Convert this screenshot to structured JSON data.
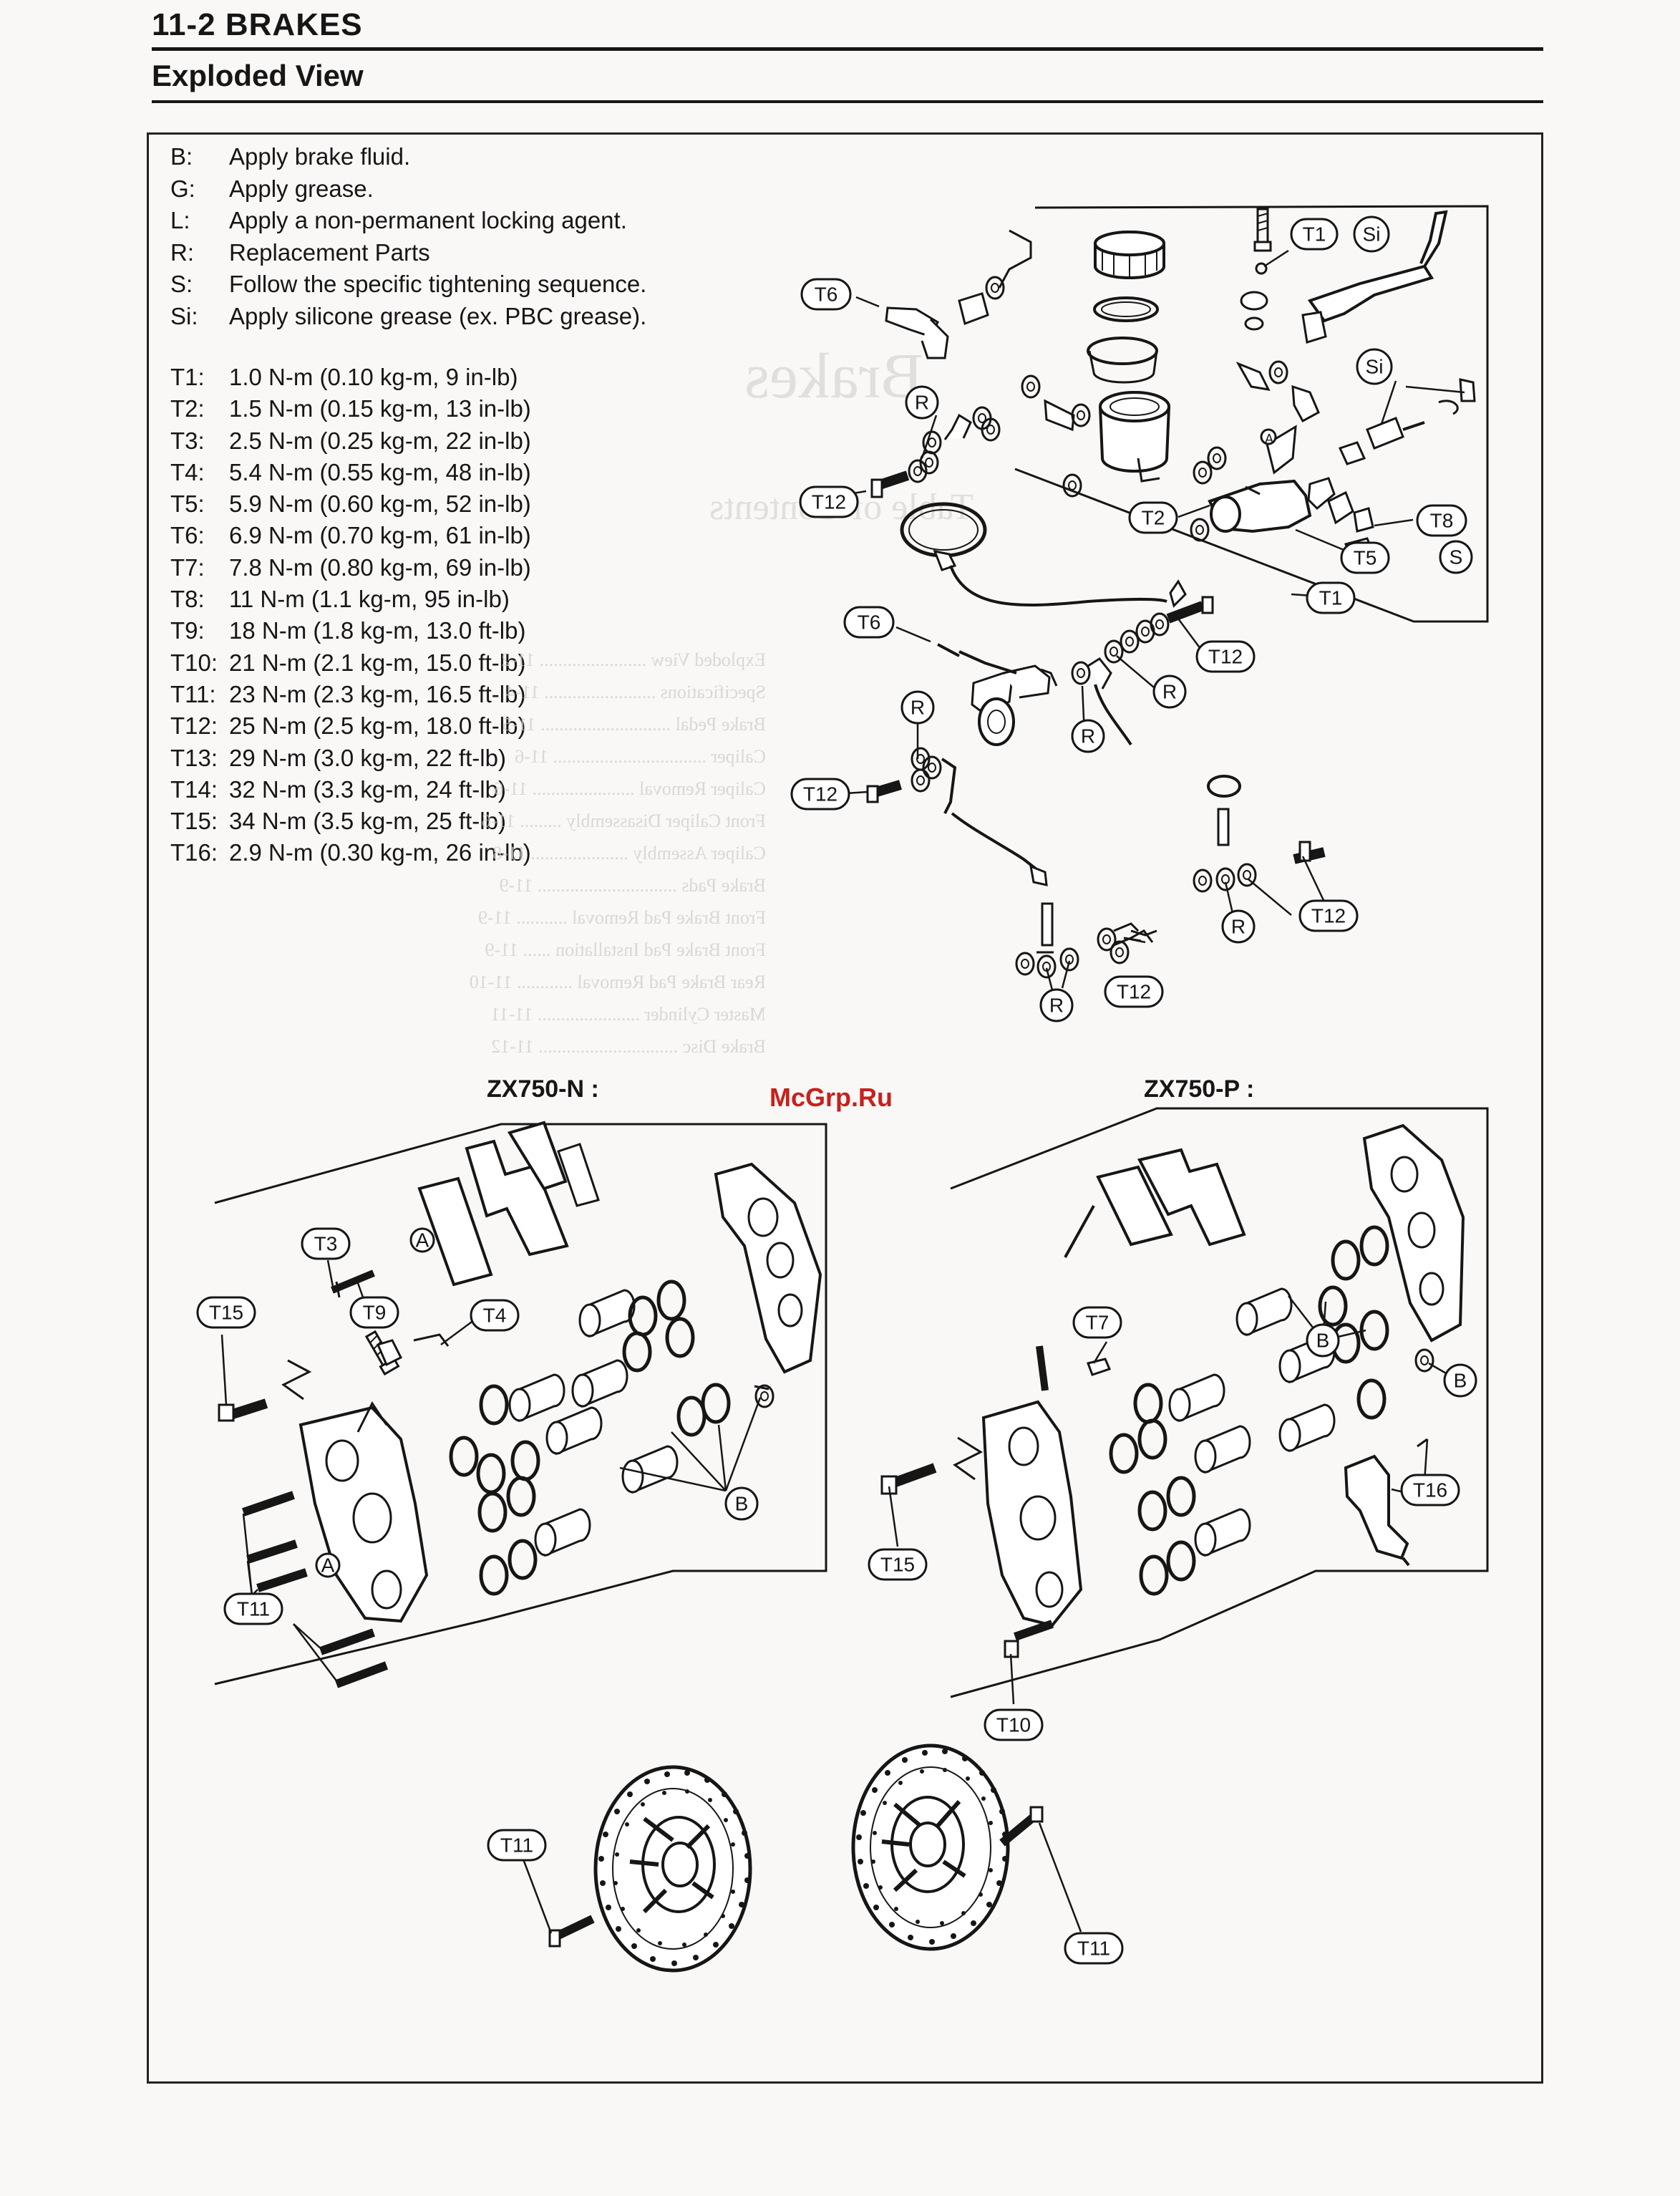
{
  "header": {
    "section_title": "11-2 BRAKES",
    "page_subtitle": "Exploded View"
  },
  "legend": [
    {
      "key": "B:",
      "text": "Apply brake fluid."
    },
    {
      "key": "G:",
      "text": "Apply grease."
    },
    {
      "key": "L:",
      "text": "Apply a non-permanent locking agent."
    },
    {
      "key": "R:",
      "text": "Replacement Parts"
    },
    {
      "key": "S:",
      "text": "Follow the specific tightening sequence."
    },
    {
      "key": "Si:",
      "text": "Apply silicone grease (ex. PBC grease)."
    }
  ],
  "torque_specs": [
    {
      "key": "T1:",
      "text": "1.0 N-m (0.10 kg-m, 9 in-lb)"
    },
    {
      "key": "T2:",
      "text": "1.5 N-m (0.15 kg-m, 13 in-lb)"
    },
    {
      "key": "T3:",
      "text": "2.5 N-m (0.25 kg-m, 22 in-lb)"
    },
    {
      "key": "T4:",
      "text": "5.4 N-m (0.55 kg-m, 48 in-lb)"
    },
    {
      "key": "T5:",
      "text": "5.9 N-m (0.60 kg-m, 52 in-lb)"
    },
    {
      "key": "T6:",
      "text": "6.9 N-m (0.70 kg-m, 61 in-lb)"
    },
    {
      "key": "T7:",
      "text": "7.8 N-m (0.80 kg-m, 69 in-lb)"
    },
    {
      "key": "T8:",
      "text": "11 N-m (1.1 kg-m, 95 in-lb)"
    },
    {
      "key": "T9:",
      "text": "18 N-m (1.8 kg-m, 13.0 ft-lb)"
    },
    {
      "key": "T10:",
      "text": "21 N-m (2.1 kg-m, 15.0 ft-lb)"
    },
    {
      "key": "T11:",
      "text": "23 N-m (2.3 kg-m, 16.5 ft-lb)"
    },
    {
      "key": "T12:",
      "text": "25 N-m (2.5 kg-m, 18.0 ft-lb)"
    },
    {
      "key": "T13:",
      "text": "29 N-m (3.0 kg-m, 22 ft-lb)"
    },
    {
      "key": "T14:",
      "text": "32 N-m (3.3 kg-m, 24 ft-lb)"
    },
    {
      "key": "T15:",
      "text": "34 N-m (3.5 kg-m, 25 ft-lb)"
    },
    {
      "key": "T16:",
      "text": "2.9 N-m (0.30 kg-m, 26 in-lb)"
    }
  ],
  "models": {
    "left": "ZX750-N :",
    "right": "ZX750-P :"
  },
  "watermark": "McGrp.Ru",
  "callouts": {
    "t1": "T1",
    "t2": "T2",
    "t3": "T3",
    "t4": "T4",
    "t5": "T5",
    "t6": "T6",
    "t7": "T7",
    "t8": "T8",
    "t9": "T9",
    "t10": "T10",
    "t11": "T11",
    "t12": "T12",
    "t15": "T15",
    "t16": "T16",
    "si": "Si",
    "s": "S",
    "r": "R",
    "b": "B",
    "a": "A"
  },
  "colors": {
    "ink": "#161616",
    "paper": "#f9f8f6",
    "watermark": "#c8201c",
    "bleed_through": "#cfccc8"
  }
}
